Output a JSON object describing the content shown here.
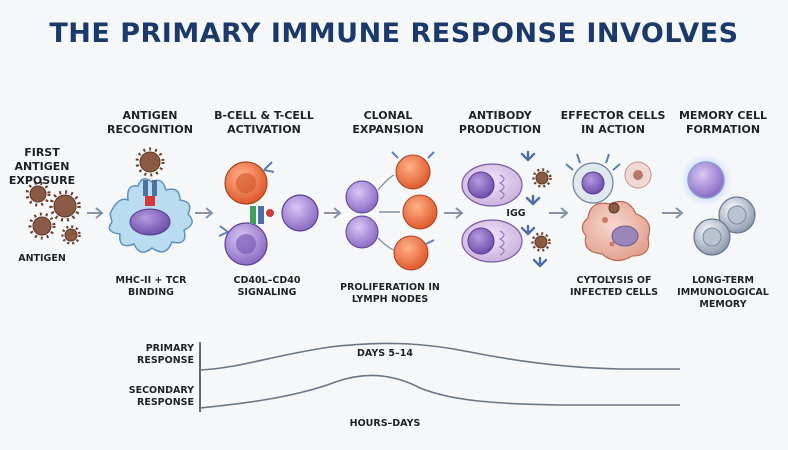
{
  "title": "THE PRIMARY IMMUNE RESPONSE INVOLVES",
  "stages": [
    {
      "heading": "FIRST ANTIGEN EXPOSURE",
      "label": "ANTIGEN"
    },
    {
      "heading": "ANTIGEN RECOGNITION",
      "label": "MHC-II + TCR BINDING"
    },
    {
      "heading": "B-CELL & T-CELL ACTIVATION",
      "label": "CD40L–CD40 SIGNALING"
    },
    {
      "heading": "CLONAL EXPANSION",
      "label": "PROLIFERATION IN LYMPH NODES"
    },
    {
      "heading": "ANTIBODY PRODUCTION",
      "label": "IGG"
    },
    {
      "heading": "EFFECTOR CELLS IN ACTION",
      "label": "CYTOLYSIS OF INFECTED CELLS"
    },
    {
      "heading": "MEMORY CELL FORMATION",
      "label": "LONG-TERM IMMUNOLOGICAL MEMORY"
    }
  ],
  "timeline": {
    "primary_label": "PRIMARY RESPONSE",
    "secondary_label": "SECONDARY RESPONSE",
    "primary_duration": "DAYS 5–14",
    "secondary_duration": "HOURS–DAYS"
  },
  "colors": {
    "title": "#1b3a6b",
    "t_cell": "#ef7a4a",
    "b_cell": "#9b7fd0",
    "dendritic": "#b9dcf0",
    "antigen": "#8a5a44",
    "antibody": "#4d6fa3",
    "memory": "#a9b6c6"
  }
}
